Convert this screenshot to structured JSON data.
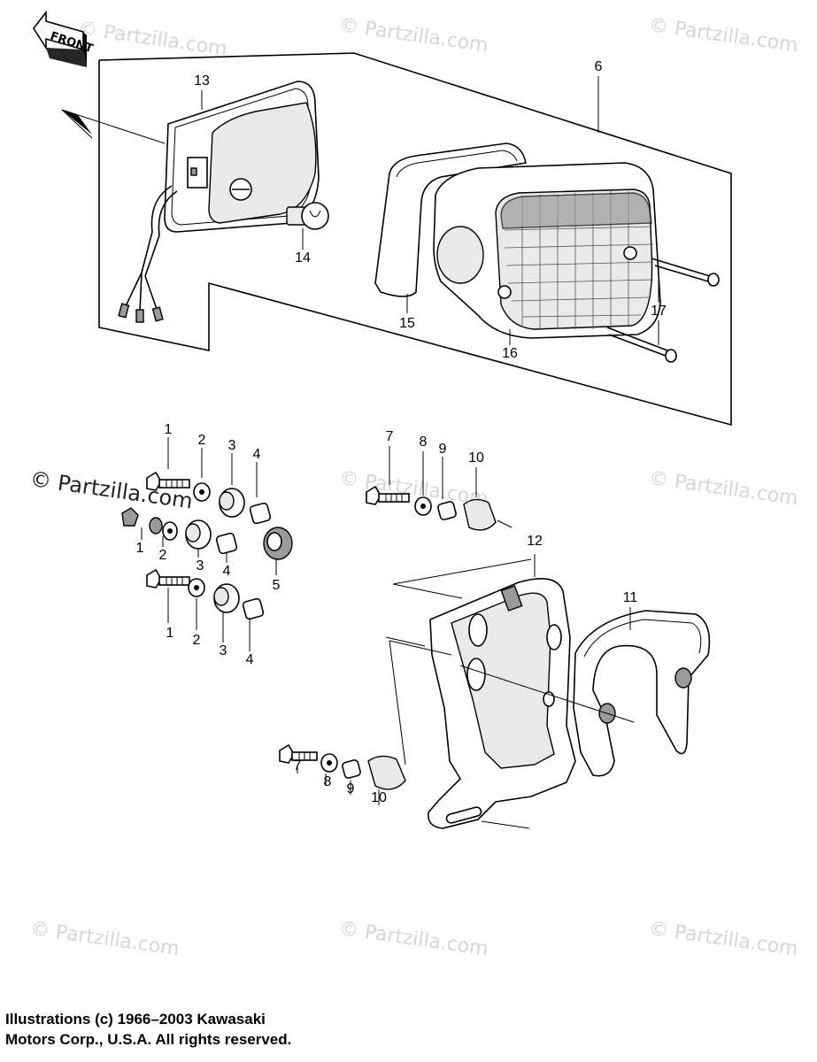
{
  "front_label": "FRONT",
  "watermarks": [
    {
      "id": "wm-1",
      "text": "© Partzilla.com"
    },
    {
      "id": "wm-2",
      "text": "© Partzilla.com"
    },
    {
      "id": "wm-3",
      "text": "© Partzilla.com"
    },
    {
      "id": "wm-4",
      "text": "© Partzilla.com"
    },
    {
      "id": "wm-5",
      "text": "© Partzilla.com"
    },
    {
      "id": "wm-6",
      "text": "© Partzilla.com"
    },
    {
      "id": "wm-7",
      "text": "© Partzilla.com"
    },
    {
      "id": "wm-8",
      "text": "© Partzilla.com"
    },
    {
      "id": "wm-9",
      "text": "© Partzilla.com"
    }
  ],
  "callouts": {
    "c13": "13",
    "c6": "6",
    "c14": "14",
    "c15": "15",
    "c16": "16",
    "c17": "17",
    "c1a": "1",
    "c2a": "2",
    "c3a": "3",
    "c4a": "4",
    "c1b": "1",
    "c2b": "2",
    "c3b": "3",
    "c4b": "4",
    "c5": "5",
    "c1c": "1",
    "c2c": "2",
    "c3c": "3",
    "c4c": "4",
    "c7a": "7",
    "c8a": "8",
    "c9a": "9",
    "c10a": "10",
    "c12": "12",
    "c11": "11",
    "c7b": "7",
    "c8b": "8",
    "c9b": "9",
    "c10b": "10"
  },
  "copyright": {
    "line1": "Illustrations (c) 1966–2003 Kawasaki",
    "line2": "Motors Corp., U.S.A.  All rights reserved."
  }
}
